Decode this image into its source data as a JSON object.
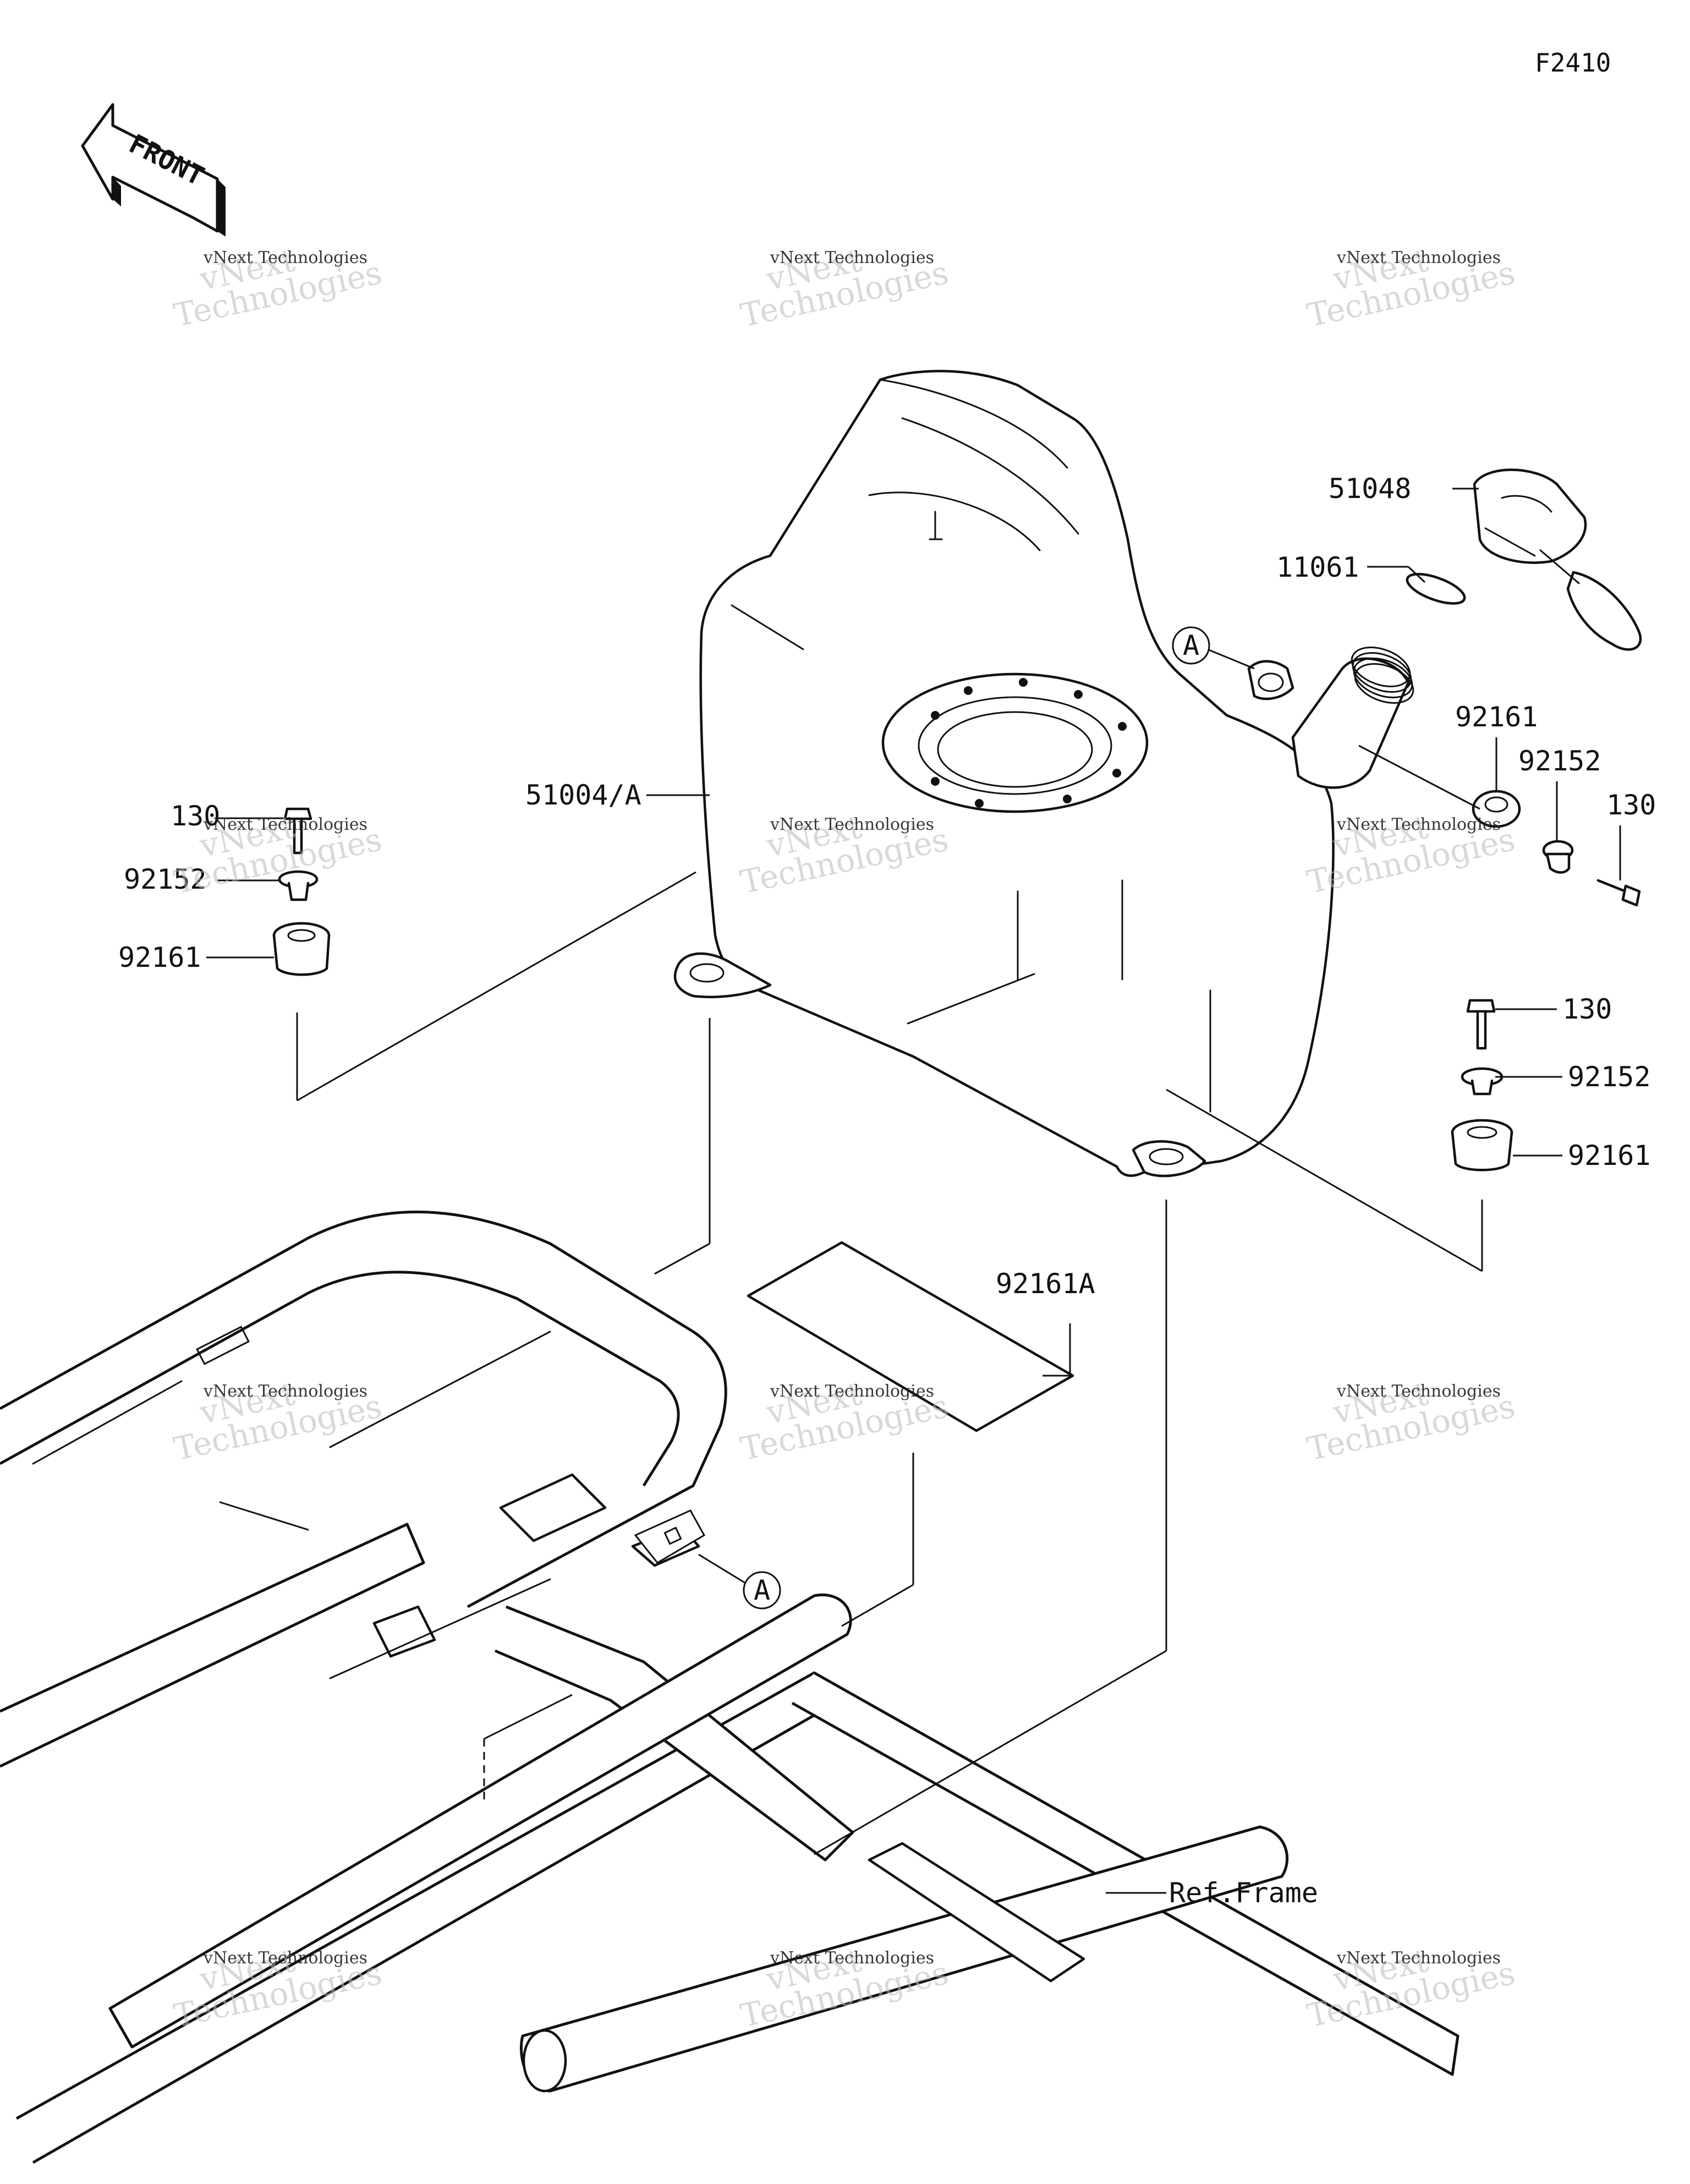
{
  "figure_code": "F2410",
  "front_label": "FRONT",
  "ref_marker": "A",
  "parts": {
    "fuel_tank": "51004/A",
    "fuel_cap": "51048",
    "cap_gasket": "11061",
    "damper_large_right": "92161",
    "collar_right": "92152",
    "bolt_right": "130",
    "bolt_left": "130",
    "collar_left": "92152",
    "damper_left": "92161",
    "bolt_lower_right": "130",
    "collar_lower_right": "92152",
    "damper_lower_right": "92161",
    "pad": "92161A"
  },
  "ref_frame": "Ref.Frame",
  "watermark": {
    "brand_line1": "vNext",
    "brand_line2": "Technologies",
    "small": "vNext Technologies"
  }
}
